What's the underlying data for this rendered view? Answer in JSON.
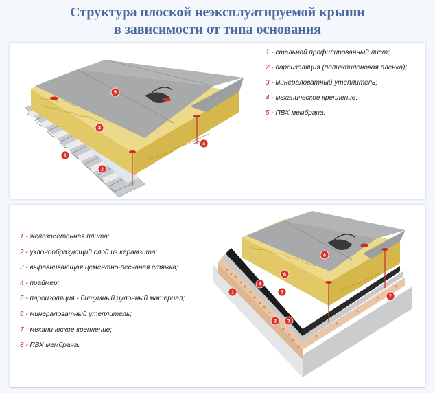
{
  "title": {
    "line1": "Структура плоской неэксплуатируемой крыши",
    "line2": "в зависимости от типа основания"
  },
  "colors": {
    "title": "#4a6aa0",
    "marker": "#d9302b",
    "insulation": "#e3cd70",
    "membrane": "#a9aaab",
    "steel": "#d8dadc",
    "bitumen": "#2a2a2a",
    "concrete": "#dcdcdc",
    "claydite": "#e7c3a4"
  },
  "legend_top": [
    {
      "num": "1",
      "text": " - стальной профилированный лист;"
    },
    {
      "num": "2",
      "text": " - пароизоляция (полиэтиленовая пленка);"
    },
    {
      "num": "3",
      "text": " - минераловатный утеплитель;"
    },
    {
      "num": "4",
      "text": " - механическое крепление;"
    },
    {
      "num": "5",
      "text": " - ПВХ мембрана."
    }
  ],
  "legend_bottom": [
    {
      "num": "1",
      "text": " - железобетонная плита;"
    },
    {
      "num": "2",
      "text": " - уклонообразующий слой из керамзита;"
    },
    {
      "num": "3",
      "text": " - выравнивающая цементно-песчаная стяжка;"
    },
    {
      "num": "4",
      "text": " - праймер;"
    },
    {
      "num": "5",
      "text": " - пароизоляция - битумный рулонный материал;"
    },
    {
      "num": "6",
      "text": " - минераловатный утеплитель;"
    },
    {
      "num": "7",
      "text": " - механическое крепление;"
    },
    {
      "num": "8",
      "text": " - ПВХ мембрана."
    }
  ],
  "markers_top": [
    "1",
    "2",
    "3",
    "4",
    "5"
  ],
  "markers_bottom": [
    "1",
    "2",
    "3",
    "4",
    "5",
    "6",
    "7",
    "8"
  ]
}
